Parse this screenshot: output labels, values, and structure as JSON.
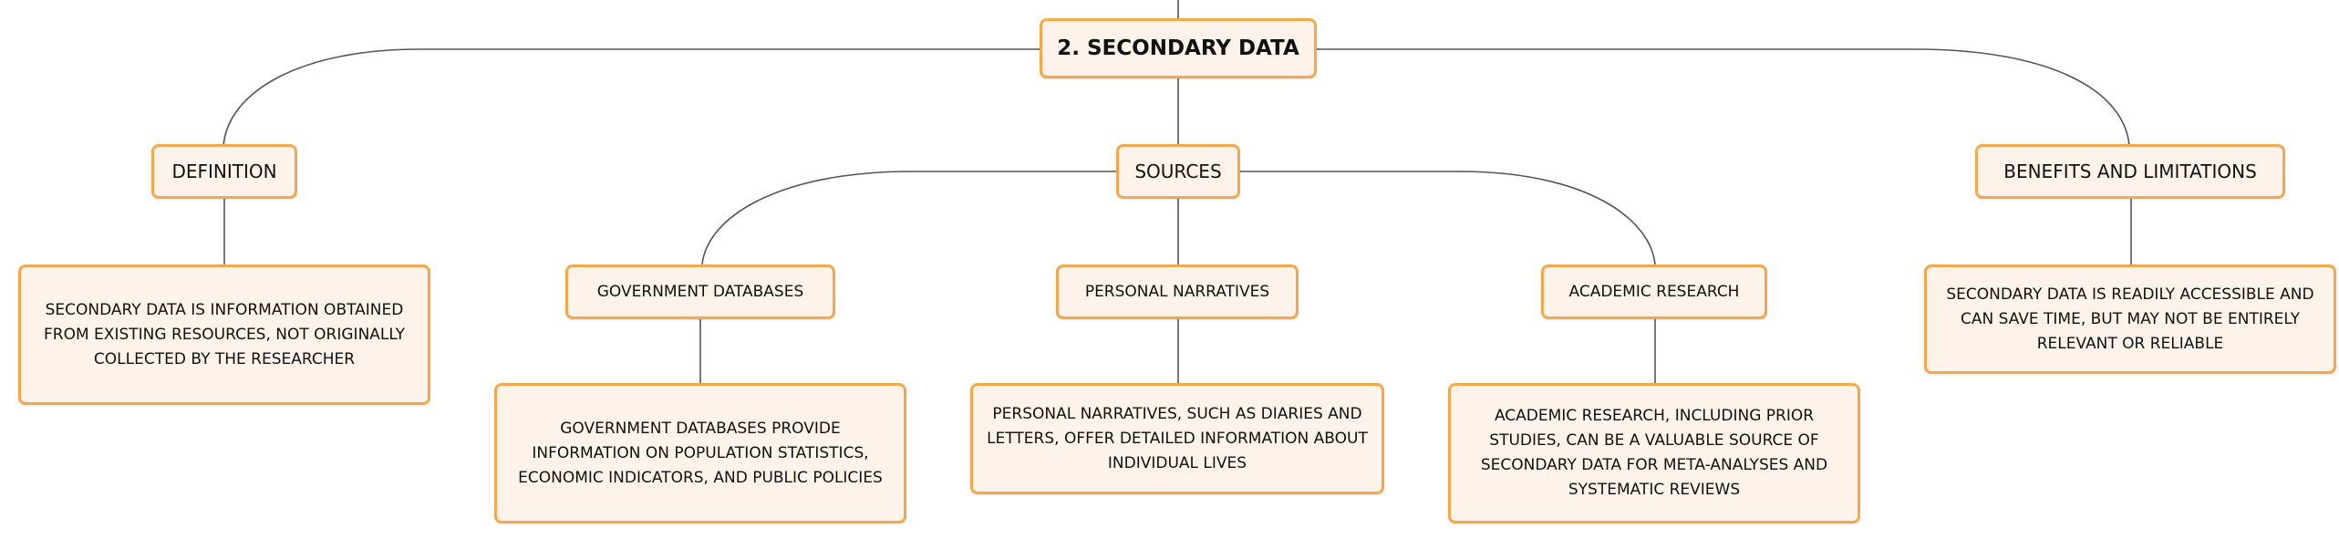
{
  "diagram": {
    "root": {
      "label": "2. SECONDARY DATA"
    },
    "branches": {
      "definition": {
        "label": "DEFINITION",
        "description": "SECONDARY DATA IS INFORMATION OBTAINED FROM EXISTING RESOURCES, NOT ORIGINALLY COLLECTED BY THE RESEARCHER"
      },
      "sources": {
        "label": "SOURCES",
        "children": {
          "government": {
            "label": "GOVERNMENT DATABASES",
            "description": "GOVERNMENT DATABASES PROVIDE INFORMATION ON POPULATION STATISTICS, ECONOMIC INDICATORS, AND PUBLIC POLICIES"
          },
          "personal": {
            "label": "PERSONAL NARRATIVES",
            "description": "PERSONAL NARRATIVES, SUCH AS DIARIES AND LETTERS, OFFER DETAILED INFORMATION ABOUT INDIVIDUAL LIVES"
          },
          "academic": {
            "label": "ACADEMIC RESEARCH",
            "description": "ACADEMIC RESEARCH, INCLUDING PRIOR STUDIES, CAN BE A VALUABLE SOURCE OF SECONDARY DATA FOR META-ANALYSES AND SYSTEMATIC REVIEWS"
          }
        }
      },
      "benefits": {
        "label": "BENEFITS AND LIMITATIONS",
        "description": "SECONDARY DATA IS READILY ACCESSIBLE AND CAN SAVE TIME, BUT MAY NOT BE ENTIRELY RELEVANT OR RELIABLE"
      }
    }
  },
  "colors": {
    "node_border": "#f3a84d",
    "node_fill": "#fdf3ea",
    "connector": "#555555",
    "text": "#111111"
  }
}
